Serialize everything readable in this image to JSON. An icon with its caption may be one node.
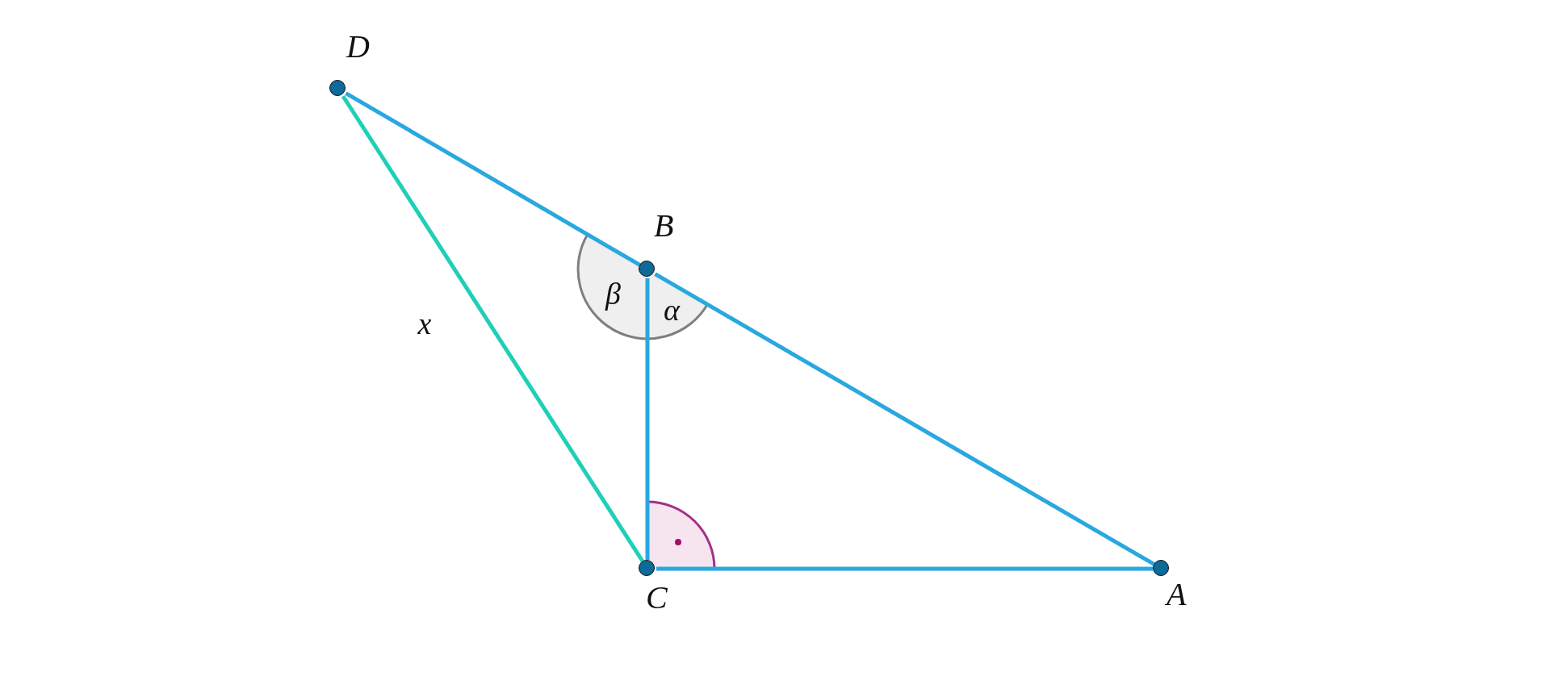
{
  "diagram": {
    "nodes": [
      {
        "text": [
          "D"
        ]
      },
      {
        "text": [
          "B"
        ]
      },
      {
        "text": [
          "C"
        ]
      },
      {
        "text": [
          "A"
        ]
      }
    ],
    "edges": [
      {
        "from": 0,
        "to": 1,
        "arrow": "none"
      },
      {
        "from": 1,
        "to": 3,
        "arrow": "none"
      },
      {
        "from": 2,
        "to": 3,
        "arrow": "none"
      },
      {
        "from": 1,
        "to": 2,
        "arrow": "none"
      },
      {
        "from": 0,
        "to": 2,
        "arrow": "none",
        "label": "x",
        "color": "#1fcfb8"
      }
    ],
    "labels": [
      "β",
      "α"
    ]
  }
}
